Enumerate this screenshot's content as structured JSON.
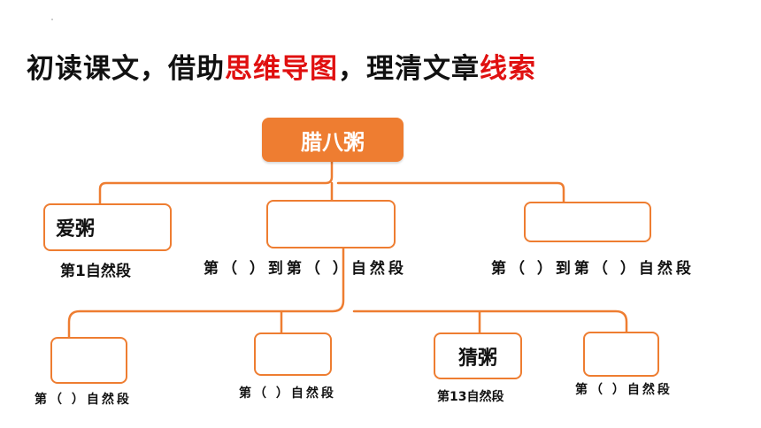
{
  "title": {
    "part1": "初读课文，借助",
    "highlight1": "思维导图",
    "part2": "，理清文章",
    "highlight2": "线索"
  },
  "root": {
    "label": "腊八粥"
  },
  "level1": [
    {
      "label": "爱粥",
      "caption": "第1自然段"
    },
    {
      "label": "",
      "caption": "第（ ）到第（ ）自然段"
    },
    {
      "label": "",
      "caption": "第（ ）到第（ ）自然段"
    }
  ],
  "level2": [
    {
      "label": "",
      "caption": "第（ ）自然段"
    },
    {
      "label": "",
      "caption": "第（ ）自然段"
    },
    {
      "label": "猜粥",
      "caption": "第13自然段"
    },
    {
      "label": "",
      "caption": "第（ ）自然段"
    }
  ],
  "colors": {
    "accent": "#ee7d31",
    "highlight": "#e01010",
    "text": "#111111"
  }
}
